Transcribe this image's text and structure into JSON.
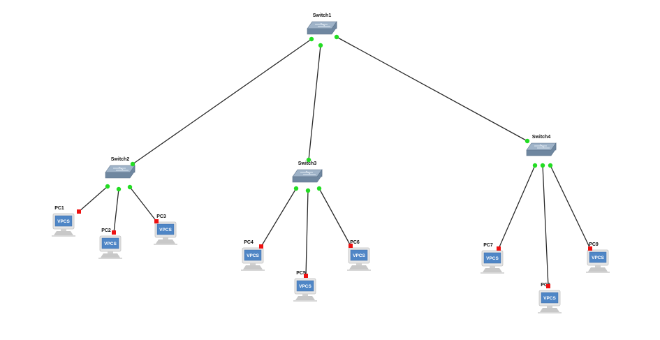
{
  "topology": {
    "colors": {
      "link": "#2a2a2a",
      "port_up": "#22dd22",
      "port_down": "#ee1111",
      "switch_top": "#9fb3c8",
      "switch_side": "#6f87a0",
      "screen": "#4f86c6",
      "monitor_frame": "#e6e6e6",
      "monitor_base": "#c8c8c8"
    },
    "nodes": [
      {
        "id": "switch1",
        "type": "switch",
        "label": "Switch1"
      },
      {
        "id": "switch2",
        "type": "switch",
        "label": "Switch2"
      },
      {
        "id": "switch3",
        "type": "switch",
        "label": "Switch3"
      },
      {
        "id": "switch4",
        "type": "switch",
        "label": "Switch4"
      },
      {
        "id": "pc1",
        "type": "vpcs",
        "label": "PC1",
        "screen_text": "VPCS"
      },
      {
        "id": "pc2",
        "type": "vpcs",
        "label": "PC2",
        "screen_text": "VPCS"
      },
      {
        "id": "pc3",
        "type": "vpcs",
        "label": "PC3",
        "screen_text": "VPCS"
      },
      {
        "id": "pc4",
        "type": "vpcs",
        "label": "PC4",
        "screen_text": "VPCS"
      },
      {
        "id": "pc5",
        "type": "vpcs",
        "label": "PC5",
        "screen_text": "VPCS"
      },
      {
        "id": "pc6",
        "type": "vpcs",
        "label": "PC6",
        "screen_text": "VPCS"
      },
      {
        "id": "pc7",
        "type": "vpcs",
        "label": "PC7",
        "screen_text": "VPCS"
      },
      {
        "id": "pc8",
        "type": "vpcs",
        "label": "PC8",
        "screen_text": "VPCS"
      },
      {
        "id": "pc9",
        "type": "vpcs",
        "label": "PC9",
        "screen_text": "VPCS"
      }
    ],
    "links": [
      {
        "from": "switch1",
        "to": "switch2",
        "from_status": "up",
        "to_status": "up"
      },
      {
        "from": "switch1",
        "to": "switch3",
        "from_status": "up",
        "to_status": "up"
      },
      {
        "from": "switch1",
        "to": "switch4",
        "from_status": "up",
        "to_status": "up"
      },
      {
        "from": "switch2",
        "to": "pc1",
        "from_status": "up",
        "to_status": "down"
      },
      {
        "from": "switch2",
        "to": "pc2",
        "from_status": "up",
        "to_status": "down"
      },
      {
        "from": "switch2",
        "to": "pc3",
        "from_status": "up",
        "to_status": "down"
      },
      {
        "from": "switch3",
        "to": "pc4",
        "from_status": "up",
        "to_status": "down"
      },
      {
        "from": "switch3",
        "to": "pc5",
        "from_status": "up",
        "to_status": "down"
      },
      {
        "from": "switch3",
        "to": "pc6",
        "from_status": "up",
        "to_status": "down"
      },
      {
        "from": "switch4",
        "to": "pc7",
        "from_status": "up",
        "to_status": "down"
      },
      {
        "from": "switch4",
        "to": "pc8",
        "from_status": "up",
        "to_status": "down"
      },
      {
        "from": "switch4",
        "to": "pc9",
        "from_status": "up",
        "to_status": "down"
      }
    ]
  }
}
